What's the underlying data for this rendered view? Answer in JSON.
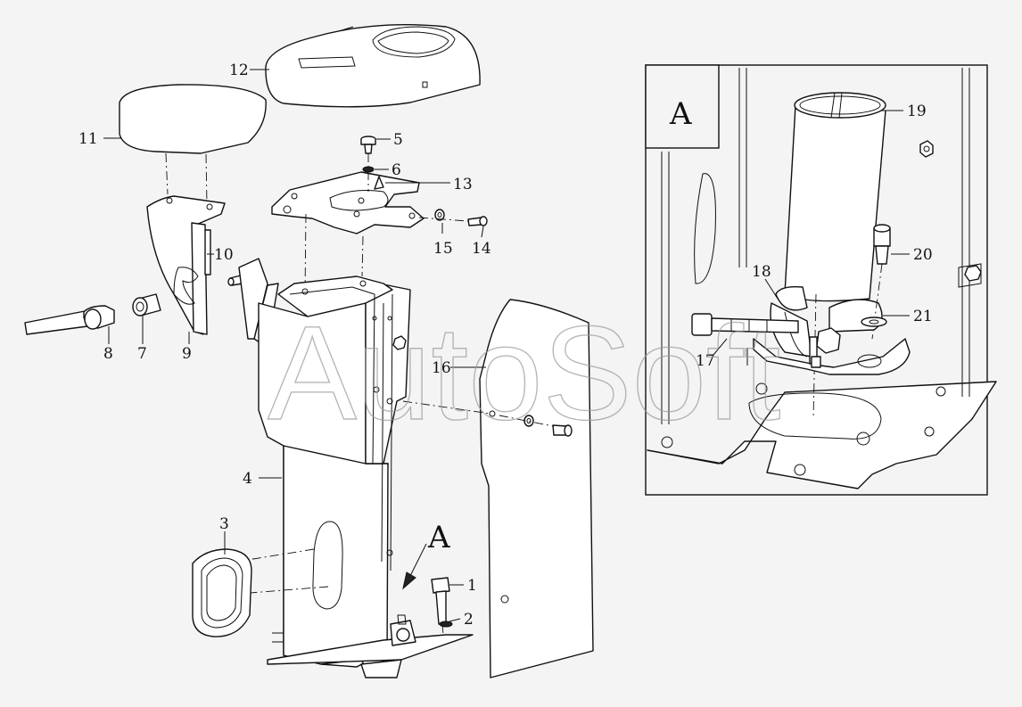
{
  "callouts": {
    "c1": "1",
    "c2": "2",
    "c3": "3",
    "c4": "4",
    "c5": "5",
    "c6": "6",
    "c7": "7",
    "c8": "8",
    "c9": "9",
    "c10": "10",
    "c11": "11",
    "c12": "12",
    "c13": "13",
    "c14": "14",
    "c15": "15",
    "c16": "16",
    "c17": "17",
    "c18": "18",
    "c19": "19",
    "c20": "20",
    "c21": "21"
  },
  "view_label": "A",
  "arrow_label": "A",
  "watermark": "AutoSoft"
}
